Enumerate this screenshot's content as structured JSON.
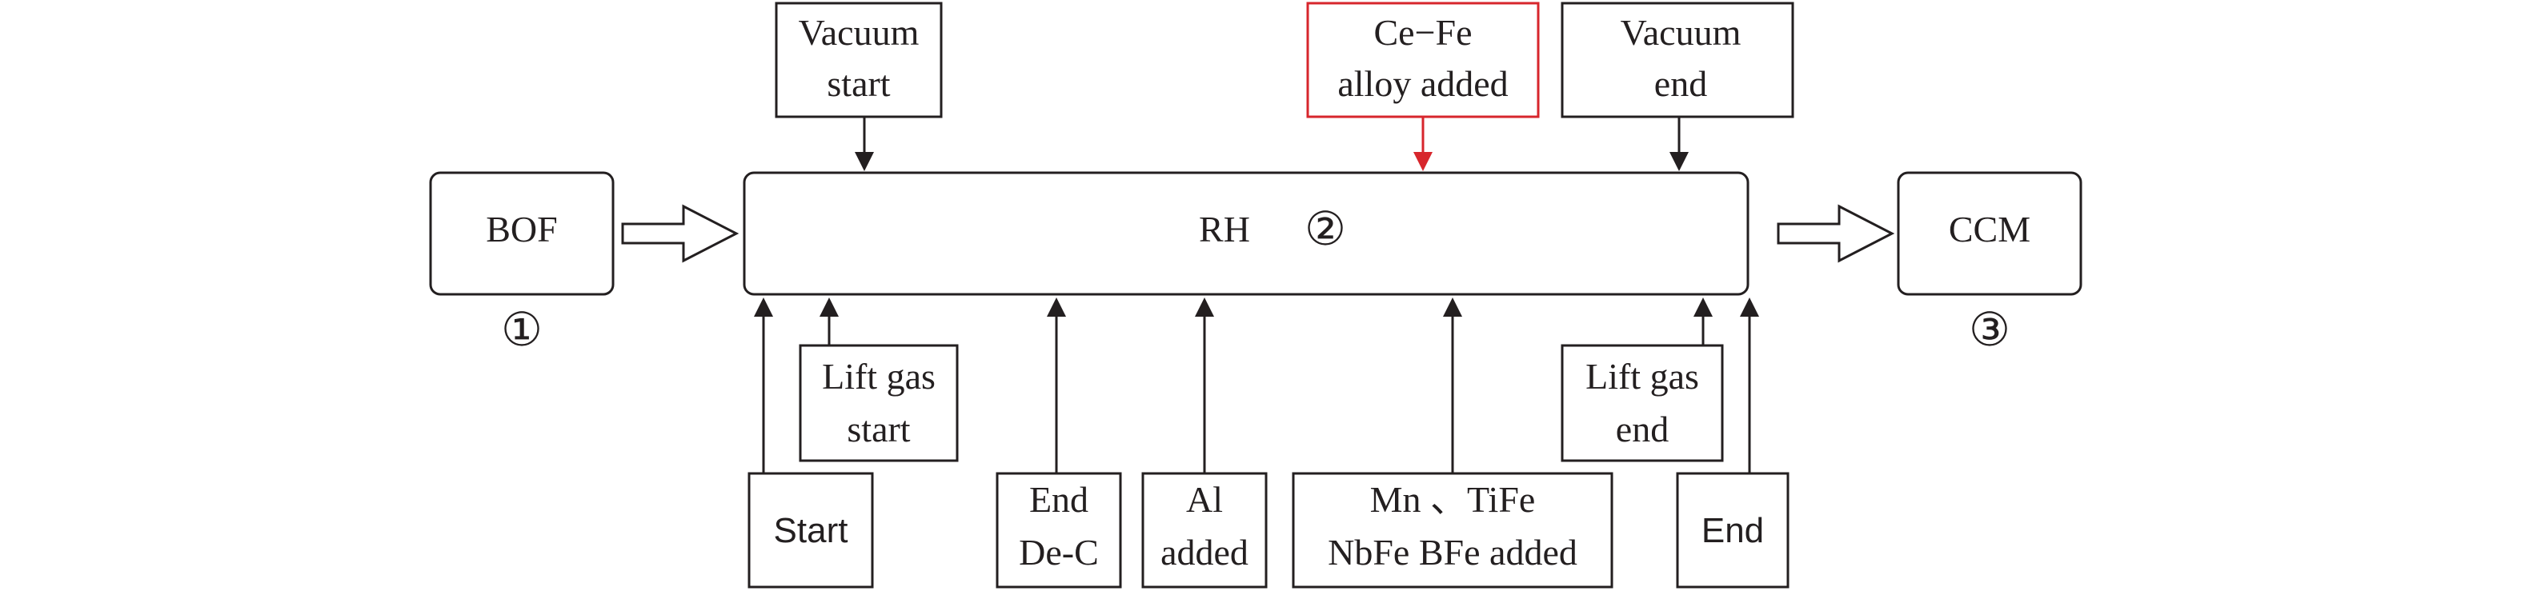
{
  "nodes": {
    "bof": {
      "label": "BOF",
      "number": "①"
    },
    "rh": {
      "label": "RH",
      "number": "②"
    },
    "ccm": {
      "label": "CCM",
      "number": "③"
    }
  },
  "top_events": {
    "vacuum_start": [
      "Vacuum",
      "start"
    ],
    "ce_fe": [
      "Ce−Fe",
      "alloy added"
    ],
    "vacuum_end": [
      "Vacuum",
      "end"
    ]
  },
  "bottom_events": {
    "start": [
      "Start"
    ],
    "lift_gas_start": [
      "Lift gas",
      "start"
    ],
    "end_dec": [
      "End",
      "De-C"
    ],
    "al_added": [
      "Al",
      "added"
    ],
    "mn_tife": [
      "Mn 、TiFe",
      "NbFe BFe added"
    ],
    "lift_gas_end": [
      "Lift gas",
      "end"
    ],
    "end": [
      "End"
    ]
  },
  "colors": {
    "stroke": "#231f20",
    "highlight": "#d7262c",
    "background": "#ffffff"
  }
}
